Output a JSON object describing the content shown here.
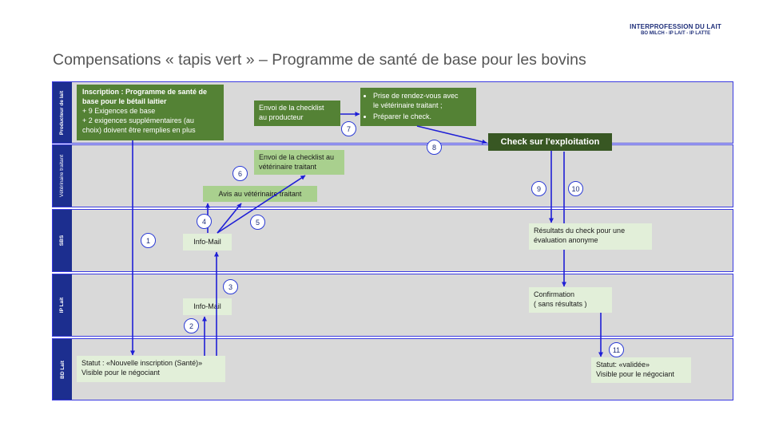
{
  "brand": {
    "line1": "Interprofession du Lait",
    "line2": "BO Milch - IP Lait - IP Latte"
  },
  "title": "Compensations « tapis vert » – Programme de santé de base pour les bovins",
  "lanes": [
    "Producteur de lait",
    "Vétérinaire traitant",
    "SBS",
    "IP Lait",
    "BD Lait"
  ],
  "boxes": {
    "inscription": {
      "heading_1": "Inscription : Programme de santé de",
      "heading_2": "base pour le bétail laitier",
      "line_1": "+ 9 Exigences de base",
      "line_2": "+ 2 exigences supplémentaires (au",
      "line_3": "choix) doivent être remplies en plus"
    },
    "envoi_producteur": {
      "line_1": "Envoi de la checklist",
      "line_2": "au producteur"
    },
    "rendezvous": {
      "item_1a": "Prise de rendez-vous avec",
      "item_1b": "le vétérinaire traitant ;",
      "item_2": "Préparer le check."
    },
    "check": {
      "label": "Check sur l'exploitation"
    },
    "envoi_veterinaire": {
      "line_1": "Envoi de la checklist au",
      "line_2": "vétérinaire traitant"
    },
    "avis": {
      "label": "Avis au vétérinaire traitant"
    },
    "info_mail_sbs": {
      "label": "Info-Mail"
    },
    "resultats": {
      "line_1": "Résultats du check pour une",
      "line_2": "évaluation anonyme"
    },
    "info_mail_ip": {
      "label": "Info-Mail"
    },
    "confirmation": {
      "line_1": "Confirmation",
      "line_2": "( sans résultats )"
    },
    "statut_nouvelle": {
      "line_1": "Statut : «Nouvelle inscription (Santé)»",
      "line_2": "Visible pour le négociant"
    },
    "statut_validee": {
      "line_1": "Statut: «validée»",
      "line_2": "Visible pour le négociant"
    }
  },
  "steps": [
    "1",
    "2",
    "3",
    "4",
    "5",
    "6",
    "7",
    "8",
    "9",
    "10",
    "11"
  ],
  "colors": {
    "lane_label": "#1c2e8f",
    "lane_bg": "#d9d9d9",
    "lane_border": "#3a3ae0",
    "dark_green": "#548235",
    "darkest_green": "#385723",
    "mid_green": "#a9d08e",
    "light_green": "#e2efd9",
    "arrow": "#1f1fd6"
  }
}
